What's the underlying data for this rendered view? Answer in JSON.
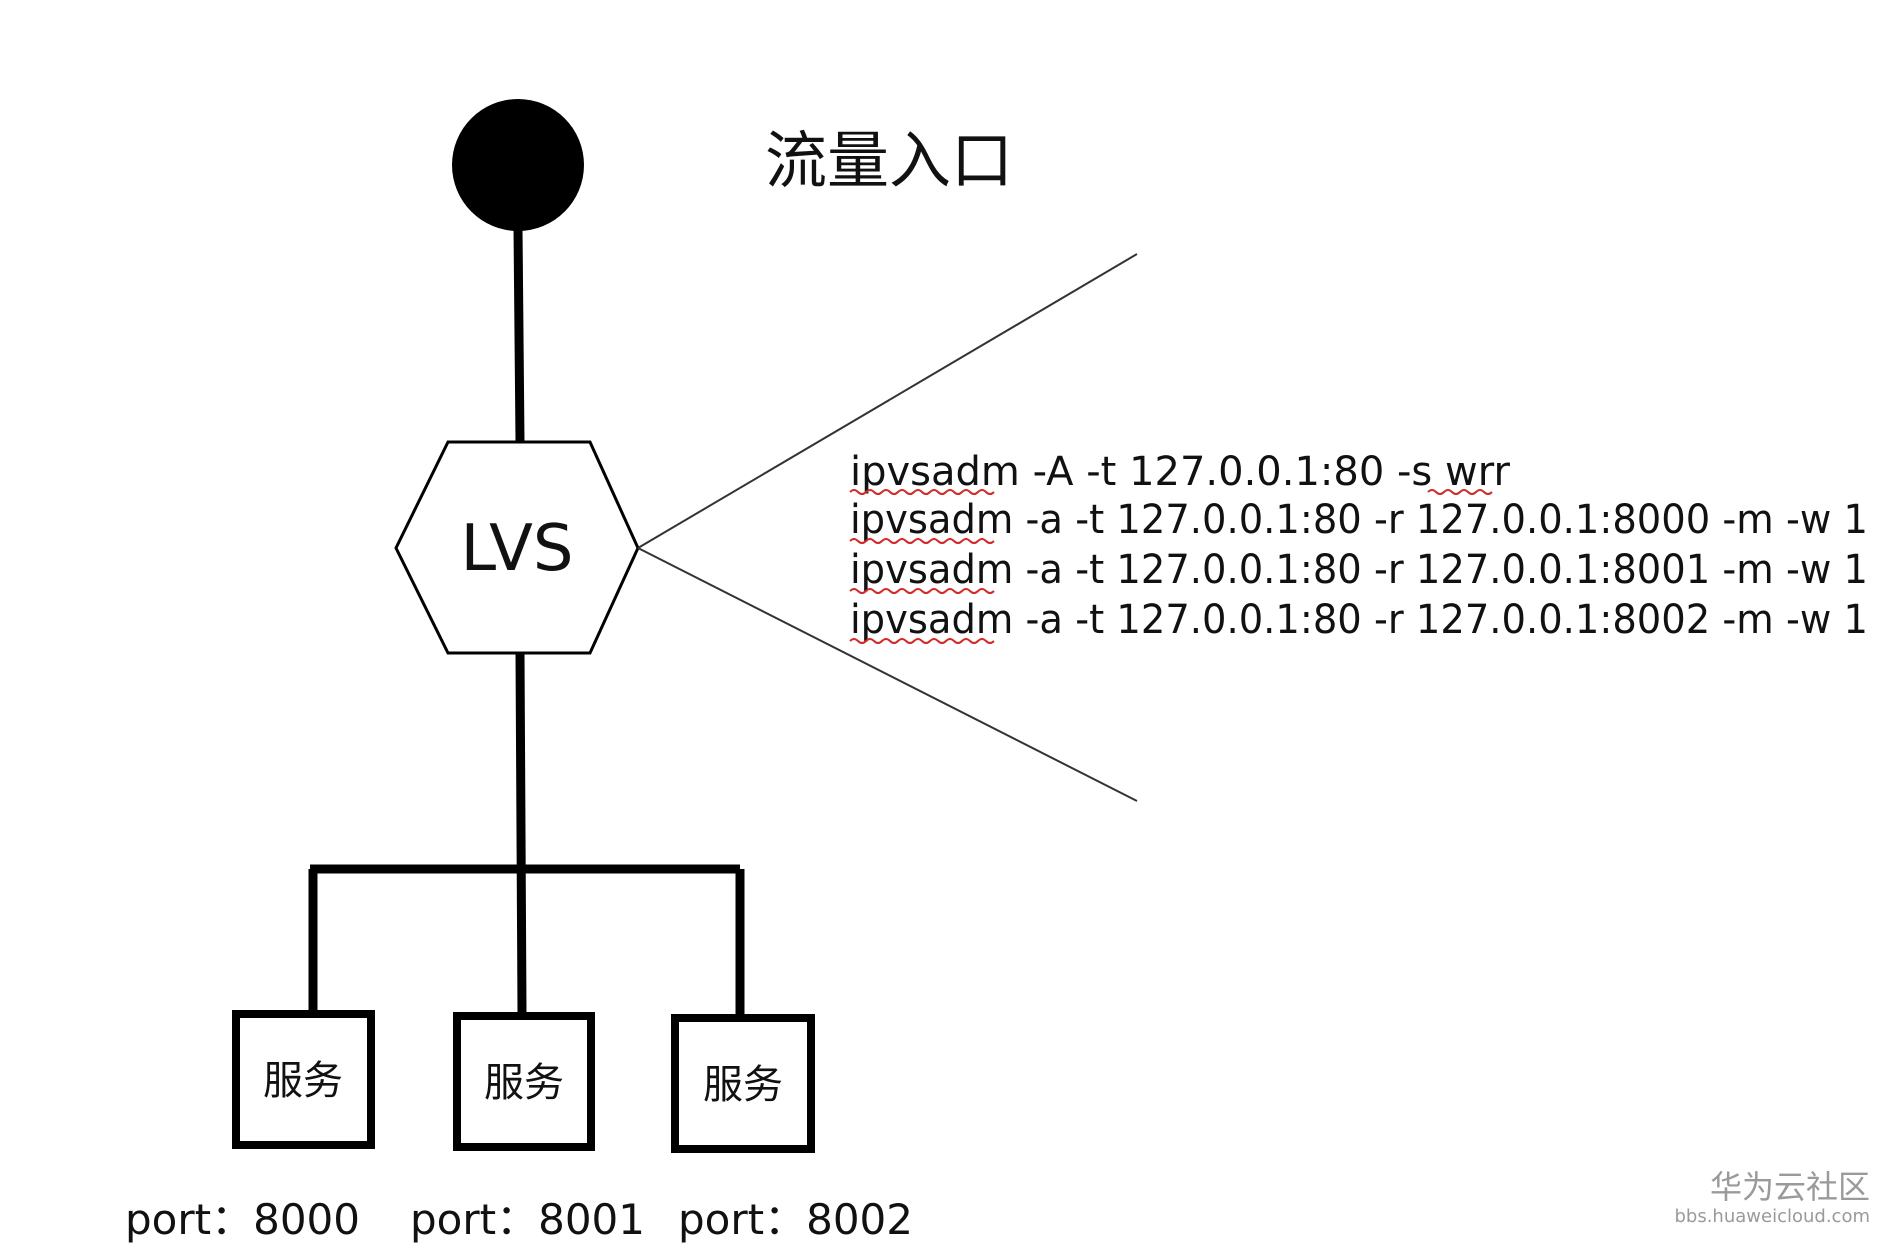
{
  "title": "流量入口",
  "lvs_label": "LVS",
  "commands": [
    "ipvsadm -A -t 127.0.0.1:80 -s wrr",
    "ipvsadm -a -t 127.0.0.1:80 -r 127.0.0.1:8000 -m -w 1",
    "ipvsadm -a -t 127.0.0.1:80 -r 127.0.0.1:8001 -m -w 1",
    "ipvsadm -a -t 127.0.0.1:80 -r 127.0.0.1:8002 -m -w 1"
  ],
  "services": [
    {
      "label": "服务",
      "port": "port：8000"
    },
    {
      "label": "服务",
      "port": "port：8001"
    },
    {
      "label": "服务",
      "port": "port：8002"
    }
  ],
  "watermark": {
    "line1": "华为云社区",
    "line2": "bbs.huaweicloud.com"
  },
  "colors": {
    "stroke": "#000000",
    "spellcheck": "#d22b2b"
  }
}
